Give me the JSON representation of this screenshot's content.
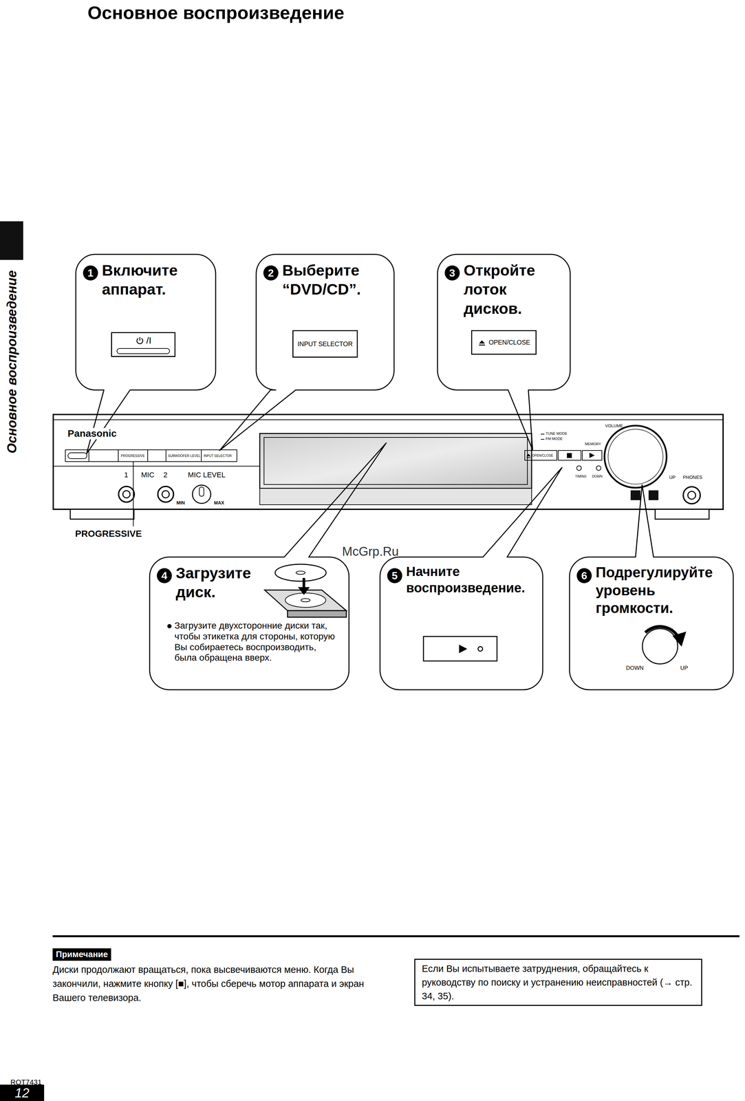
{
  "diagram": {
    "title": "Основное воспроизведение",
    "nodes": [
      {
        "text": [
          "1",
          "Включите аппарат."
        ]
      },
      {
        "text": [
          "/I"
        ],
        "in": 0
      },
      {
        "text": [
          "2",
          "Выберите “DVD/CD”."
        ]
      },
      {
        "text": [
          "INPUT SELECTOR"
        ],
        "in": 2
      },
      {
        "text": [
          "3",
          "Откройте лоток дисков."
        ]
      },
      {
        "text": [
          "OPEN/CLOSE"
        ],
        "in": 4
      },
      {
        "text": [
          "4",
          "Загрузите диск.",
          "Загрузите двухсторонние диски так, чтобы этикетка для стороны, которую Вы собираетесь воспроизводить, была обращена вверх."
        ]
      },
      {
        "text": [
          "5",
          "Начните воспроизведение."
        ]
      },
      {
        "text": [
          "6",
          "Подрегулируйте уровень громкости."
        ]
      },
      {
        "text": [
          "Примечание"
        ]
      },
      {
        "text": [
          "Если Вы испытываете затруднения, обращайтесь к руководству по поиску и устранению неисправностей (→ стр. 34, 35)."
        ]
      },
      {
        "text": [
          "12"
        ]
      }
    ],
    "labels": [
      "Основное воспроизведение",
      "Panasonic",
      "PROGRESSIVE",
      "SUBWOOFER LEVEL",
      "INPUT SELECTOR",
      "1",
      "MIC",
      "2",
      "MIC LEVEL",
      "MIN",
      "MAX",
      "OPEN/CLOSE",
      "TUNE MODE",
      "FM MODE",
      "MEMORY",
      "TIMING",
      "DOWN",
      "VOLUME",
      "UP",
      "PHONES",
      "PROGRESSIVE",
      "McGrp.Ru",
      "DOWN",
      "UP",
      "Диски продолжают вращаться, пока высвечиваются меню. Когда Вы закончили, нажмите кнопку [■], чтобы сберечь мотор аппарата и экран Вашего телевизора.",
      "RQT7431"
    ]
  }
}
